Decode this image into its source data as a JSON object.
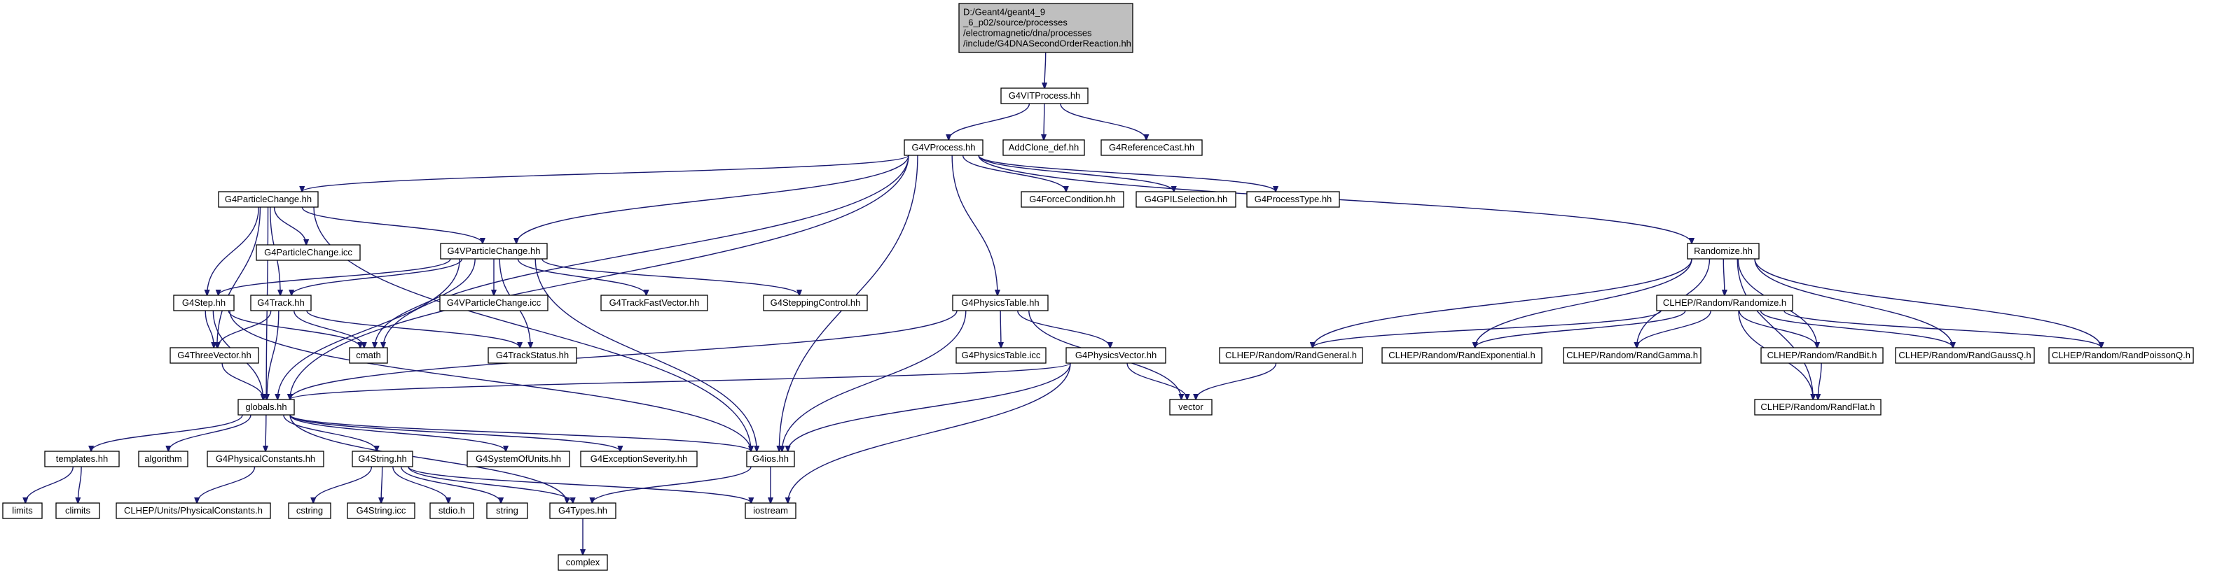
{
  "diagram": {
    "title": "",
    "nodes": [
      {
        "id": "root",
        "lines": [
          "D:/Geant4/geant4_9",
          "_6_p02/source/processes",
          "/electromagnetic/dna/processes",
          "/include/G4DNASecondOrderReaction.hh"
        ],
        "style": "root"
      },
      {
        "id": "vitprocess",
        "lines": [
          "G4VITProcess.hh"
        ],
        "style": "plain"
      },
      {
        "id": "vprocess",
        "lines": [
          "G4VProcess.hh"
        ],
        "style": "plain"
      },
      {
        "id": "addclone",
        "lines": [
          "AddClone_def.hh"
        ],
        "style": "plain"
      },
      {
        "id": "refcast",
        "lines": [
          "G4ReferenceCast.hh"
        ],
        "style": "plain"
      },
      {
        "id": "particlechange",
        "lines": [
          "G4ParticleChange.hh"
        ],
        "style": "plain"
      },
      {
        "id": "forcecond",
        "lines": [
          "G4ForceCondition.hh"
        ],
        "style": "plain"
      },
      {
        "id": "gpilsel",
        "lines": [
          "G4GPILSelection.hh"
        ],
        "style": "plain"
      },
      {
        "id": "proctype",
        "lines": [
          "G4ProcessType.hh"
        ],
        "style": "plain"
      },
      {
        "id": "randomize",
        "lines": [
          "Randomize.hh"
        ],
        "style": "plain"
      },
      {
        "id": "pcicc",
        "lines": [
          "G4ParticleChange.icc"
        ],
        "style": "muted"
      },
      {
        "id": "vparticlechange",
        "lines": [
          "G4VParticleChange.hh"
        ],
        "style": "plain"
      },
      {
        "id": "clheprandomize",
        "lines": [
          "CLHEP/Random/Randomize.h"
        ],
        "style": "missing"
      },
      {
        "id": "step",
        "lines": [
          "G4Step.hh"
        ],
        "style": "missing"
      },
      {
        "id": "track",
        "lines": [
          "G4Track.hh"
        ],
        "style": "missing"
      },
      {
        "id": "vpcicc",
        "lines": [
          "G4VParticleChange.icc"
        ],
        "style": "muted"
      },
      {
        "id": "trackfast",
        "lines": [
          "G4TrackFastVector.hh"
        ],
        "style": "missing"
      },
      {
        "id": "steppingctl",
        "lines": [
          "G4SteppingControl.hh"
        ],
        "style": "plain"
      },
      {
        "id": "physicstable",
        "lines": [
          "G4PhysicsTable.hh"
        ],
        "style": "plain"
      },
      {
        "id": "threevector",
        "lines": [
          "G4ThreeVector.hh"
        ],
        "style": "missing"
      },
      {
        "id": "cmath",
        "lines": [
          "cmath"
        ],
        "style": "muted"
      },
      {
        "id": "trackstatus",
        "lines": [
          "G4TrackStatus.hh"
        ],
        "style": "plain"
      },
      {
        "id": "pticc",
        "lines": [
          "G4PhysicsTable.icc"
        ],
        "style": "muted"
      },
      {
        "id": "physicsvector",
        "lines": [
          "G4PhysicsVector.hh"
        ],
        "style": "missing"
      },
      {
        "id": "randgeneral",
        "lines": [
          "CLHEP/Random/RandGeneral.h"
        ],
        "style": "missing"
      },
      {
        "id": "randexp",
        "lines": [
          "CLHEP/Random/RandExponential.h"
        ],
        "style": "missing"
      },
      {
        "id": "randgamma",
        "lines": [
          "CLHEP/Random/RandGamma.h"
        ],
        "style": "missing"
      },
      {
        "id": "randbit",
        "lines": [
          "CLHEP/Random/RandBit.h"
        ],
        "style": "missing"
      },
      {
        "id": "randgaussq",
        "lines": [
          "CLHEP/Random/RandGaussQ.h"
        ],
        "style": "missing"
      },
      {
        "id": "randpoissonq",
        "lines": [
          "CLHEP/Random/RandPoissonQ.h"
        ],
        "style": "missing"
      },
      {
        "id": "globals",
        "lines": [
          "globals.hh"
        ],
        "style": "plain"
      },
      {
        "id": "vector",
        "lines": [
          "vector"
        ],
        "style": "muted"
      },
      {
        "id": "randflat",
        "lines": [
          "CLHEP/Random/RandFlat.h"
        ],
        "style": "missing"
      },
      {
        "id": "templates",
        "lines": [
          "templates.hh"
        ],
        "style": "plain"
      },
      {
        "id": "algorithm",
        "lines": [
          "algorithm"
        ],
        "style": "muted"
      },
      {
        "id": "physconst",
        "lines": [
          "G4PhysicalConstants.hh"
        ],
        "style": "plain"
      },
      {
        "id": "g4string",
        "lines": [
          "G4String.hh"
        ],
        "style": "plain"
      },
      {
        "id": "sysunits",
        "lines": [
          "G4SystemOfUnits.hh"
        ],
        "style": "missing"
      },
      {
        "id": "excsev",
        "lines": [
          "G4ExceptionSeverity.hh"
        ],
        "style": "plain"
      },
      {
        "id": "g4ios",
        "lines": [
          "G4ios.hh"
        ],
        "style": "plain"
      },
      {
        "id": "limits",
        "lines": [
          "limits"
        ],
        "style": "muted"
      },
      {
        "id": "climits",
        "lines": [
          "climits"
        ],
        "style": "muted"
      },
      {
        "id": "clhepphys",
        "lines": [
          "CLHEP/Units/PhysicalConstants.h"
        ],
        "style": "missing"
      },
      {
        "id": "cstring",
        "lines": [
          "cstring"
        ],
        "style": "muted"
      },
      {
        "id": "stringicc",
        "lines": [
          "G4String.icc"
        ],
        "style": "muted"
      },
      {
        "id": "stdio",
        "lines": [
          "stdio.h"
        ],
        "style": "muted"
      },
      {
        "id": "string",
        "lines": [
          "string"
        ],
        "style": "muted"
      },
      {
        "id": "g4types",
        "lines": [
          "G4Types.hh"
        ],
        "style": "plain"
      },
      {
        "id": "iostream",
        "lines": [
          "iostream"
        ],
        "style": "muted"
      },
      {
        "id": "complex",
        "lines": [
          "complex"
        ],
        "style": "muted"
      }
    ],
    "edges": [
      [
        "root",
        "vitprocess"
      ],
      [
        "vitprocess",
        "vprocess"
      ],
      [
        "vitprocess",
        "addclone"
      ],
      [
        "vitprocess",
        "refcast"
      ],
      [
        "vprocess",
        "particlechange"
      ],
      [
        "vprocess",
        "vparticlechange"
      ],
      [
        "vprocess",
        "forcecond"
      ],
      [
        "vprocess",
        "gpilsel"
      ],
      [
        "vprocess",
        "proctype"
      ],
      [
        "vprocess",
        "randomize"
      ],
      [
        "vprocess",
        "physicstable"
      ],
      [
        "vprocess",
        "cmath"
      ],
      [
        "vprocess",
        "globals"
      ],
      [
        "vprocess",
        "g4ios"
      ],
      [
        "particlechange",
        "pcicc"
      ],
      [
        "particlechange",
        "vparticlechange"
      ],
      [
        "particlechange",
        "step"
      ],
      [
        "particlechange",
        "track"
      ],
      [
        "particlechange",
        "threevector"
      ],
      [
        "particlechange",
        "globals"
      ],
      [
        "particlechange",
        "g4ios"
      ],
      [
        "vparticlechange",
        "vpcicc"
      ],
      [
        "vparticlechange",
        "trackfast"
      ],
      [
        "vparticlechange",
        "steppingctl"
      ],
      [
        "vparticlechange",
        "step"
      ],
      [
        "vparticlechange",
        "track"
      ],
      [
        "vparticlechange",
        "trackstatus"
      ],
      [
        "vparticlechange",
        "cmath"
      ],
      [
        "vparticlechange",
        "globals"
      ],
      [
        "vparticlechange",
        "g4ios"
      ],
      [
        "step",
        "threevector"
      ],
      [
        "step",
        "cmath"
      ],
      [
        "step",
        "globals"
      ],
      [
        "step",
        "g4ios"
      ],
      [
        "track",
        "threevector"
      ],
      [
        "track",
        "cmath"
      ],
      [
        "track",
        "globals"
      ],
      [
        "track",
        "trackstatus"
      ],
      [
        "threevector",
        "globals"
      ],
      [
        "physicstable",
        "pticc"
      ],
      [
        "physicstable",
        "physicsvector"
      ],
      [
        "physicstable",
        "vector"
      ],
      [
        "physicstable",
        "globals"
      ],
      [
        "physicstable",
        "g4ios"
      ],
      [
        "physicsvector",
        "vector"
      ],
      [
        "physicsvector",
        "globals"
      ],
      [
        "physicsvector",
        "g4ios"
      ],
      [
        "physicsvector",
        "iostream"
      ],
      [
        "randomize",
        "clheprandomize"
      ],
      [
        "randomize",
        "randgeneral"
      ],
      [
        "randomize",
        "randexp"
      ],
      [
        "randomize",
        "randgamma"
      ],
      [
        "randomize",
        "randbit"
      ],
      [
        "randomize",
        "randgaussq"
      ],
      [
        "randomize",
        "randpoissonq"
      ],
      [
        "randomize",
        "randflat"
      ],
      [
        "clheprandomize",
        "randgeneral"
      ],
      [
        "clheprandomize",
        "randexp"
      ],
      [
        "clheprandomize",
        "randgamma"
      ],
      [
        "clheprandomize",
        "randbit"
      ],
      [
        "clheprandomize",
        "randgaussq"
      ],
      [
        "clheprandomize",
        "randpoissonq"
      ],
      [
        "clheprandomize",
        "randflat"
      ],
      [
        "randgeneral",
        "vector"
      ],
      [
        "randbit",
        "randflat"
      ],
      [
        "globals",
        "templates"
      ],
      [
        "globals",
        "algorithm"
      ],
      [
        "globals",
        "physconst"
      ],
      [
        "globals",
        "g4string"
      ],
      [
        "globals",
        "sysunits"
      ],
      [
        "globals",
        "excsev"
      ],
      [
        "globals",
        "g4ios"
      ],
      [
        "globals",
        "g4types"
      ],
      [
        "templates",
        "limits"
      ],
      [
        "templates",
        "climits"
      ],
      [
        "physconst",
        "clhepphys"
      ],
      [
        "g4string",
        "cstring"
      ],
      [
        "g4string",
        "stringicc"
      ],
      [
        "g4string",
        "stdio"
      ],
      [
        "g4string",
        "string"
      ],
      [
        "g4string",
        "g4types"
      ],
      [
        "g4string",
        "iostream"
      ],
      [
        "g4ios",
        "g4types"
      ],
      [
        "g4ios",
        "iostream"
      ],
      [
        "g4types",
        "complex"
      ]
    ]
  },
  "colors": {
    "edge": "#191970",
    "root_fill": "#bfbfbf",
    "plain_fill": "#ffffff",
    "plain_stroke": "#000000",
    "missing_stroke": "#ff0000",
    "muted_stroke": "#bfbfbf",
    "text": "#000000"
  }
}
